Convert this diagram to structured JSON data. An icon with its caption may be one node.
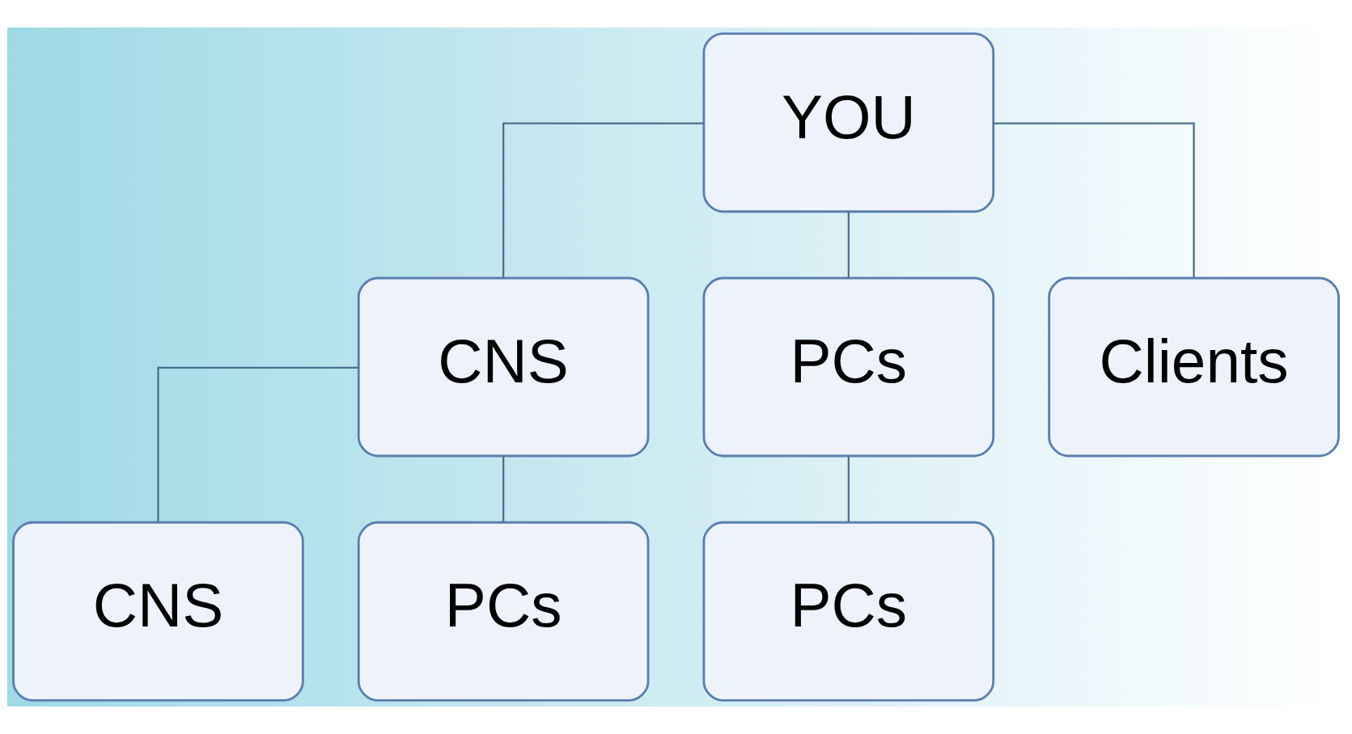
{
  "diagram": {
    "nodes": [
      {
        "text": [
          "YOU"
        ]
      },
      {
        "text": [
          "CNS"
        ]
      },
      {
        "text": [
          "PCs"
        ]
      },
      {
        "text": [
          "Clients"
        ]
      },
      {
        "text": [
          "CNS"
        ]
      },
      {
        "text": [
          "PCs"
        ]
      },
      {
        "text": [
          "PCs"
        ]
      }
    ],
    "edges": [
      {
        "from": 0,
        "to": 1,
        "arrow": "none"
      },
      {
        "from": 0,
        "to": 2,
        "arrow": "none"
      },
      {
        "from": 0,
        "to": 3,
        "arrow": "none"
      },
      {
        "from": 1,
        "to": 4,
        "arrow": "none"
      },
      {
        "from": 1,
        "to": 5,
        "arrow": "none"
      },
      {
        "from": 2,
        "to": 6,
        "arrow": "none"
      }
    ]
  }
}
